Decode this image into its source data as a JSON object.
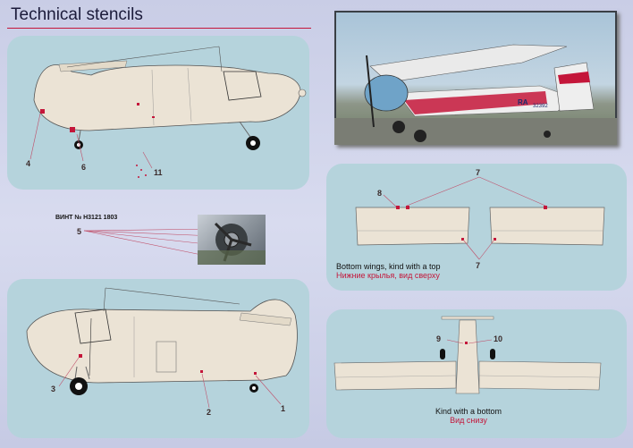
{
  "header": {
    "title": "Technical stencils"
  },
  "callouts": {
    "n1": "1",
    "n2": "2",
    "n3": "3",
    "n4": "4",
    "n5": "5",
    "n6": "6",
    "n7a": "7",
    "n7b": "7",
    "n8": "8",
    "n9": "9",
    "n10": "10",
    "n11": "11"
  },
  "prop_stencil": "ВИНТ № Н3121 1803",
  "photo_registration": {
    "prefix": "RA",
    "number": "32392"
  },
  "wings_top": {
    "caption_en": "Bottom wings, kind with a top",
    "caption_ru": "Нижние крылья, вид сверху"
  },
  "bottom_view": {
    "caption_en": "Kind with a bottom",
    "caption_ru": "Вид снизу"
  },
  "colors": {
    "panel": "#b5d3dc",
    "aircraft": "#ebe3d5",
    "accent": "#c4163a",
    "leader": "#c0506a"
  }
}
